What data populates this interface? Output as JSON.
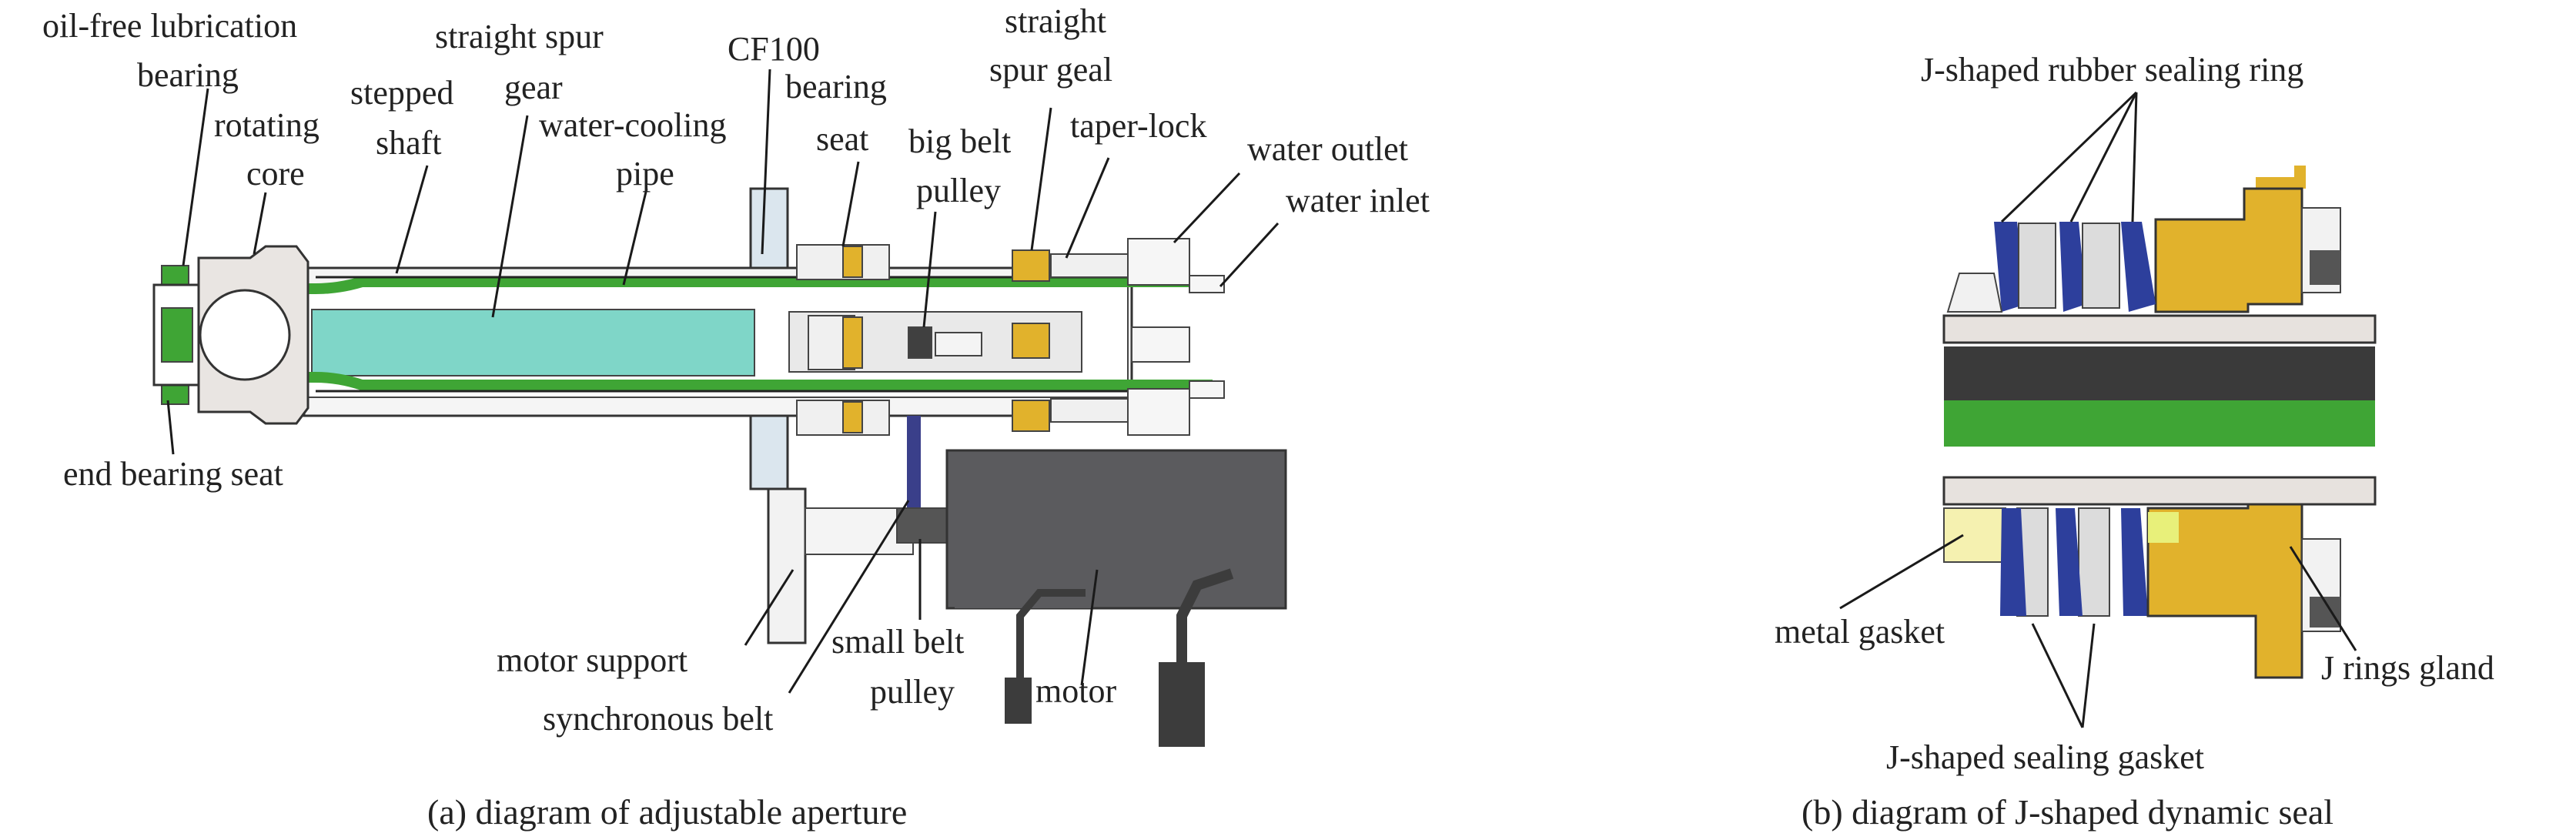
{
  "panel_a": {
    "caption": "(a) diagram of adjustable aperture",
    "labels": {
      "oil_free_1": "oil-free lubrication",
      "oil_free_2": "bearing",
      "rotating_core_1": "rotating",
      "rotating_core_2": "core",
      "stepped_shaft_1": "stepped",
      "stepped_shaft_2": "shaft",
      "spur_gear_1": "straight spur",
      "spur_gear_2": "gear",
      "water_cooling_1": "water-cooling",
      "water_cooling_2": "pipe",
      "cf100": "CF100",
      "bearing_seat_1": "bearing",
      "bearing_seat_2": "seat",
      "big_belt_pulley_1": "big belt",
      "big_belt_pulley_2": "pulley",
      "spur_geal_1": "straight",
      "spur_geal_2": "spur geal",
      "taper_lock": "taper-lock",
      "water_outlet": "water outlet",
      "water_inlet": "water inlet",
      "end_bearing_seat": "end bearing seat",
      "motor_support": "motor support",
      "synchronous_belt": "synchronous belt",
      "small_belt_pulley_1": "small belt",
      "small_belt_pulley_2": "pulley",
      "motor": "motor"
    }
  },
  "panel_b": {
    "caption": "(b) diagram of J-shaped dynamic seal",
    "labels": {
      "j_ring": "J-shaped rubber sealing ring",
      "metal_gasket": "metal gasket",
      "j_gasket": "J-shaped sealing gasket",
      "j_gland": "J rings gland"
    }
  },
  "colors": {
    "green": "#3fa535",
    "teal": "#7fd6c8",
    "gold": "#e1b22c",
    "blue": "#2d3f9c",
    "gray": "#5b5b5e",
    "light": "#eeeeee"
  }
}
